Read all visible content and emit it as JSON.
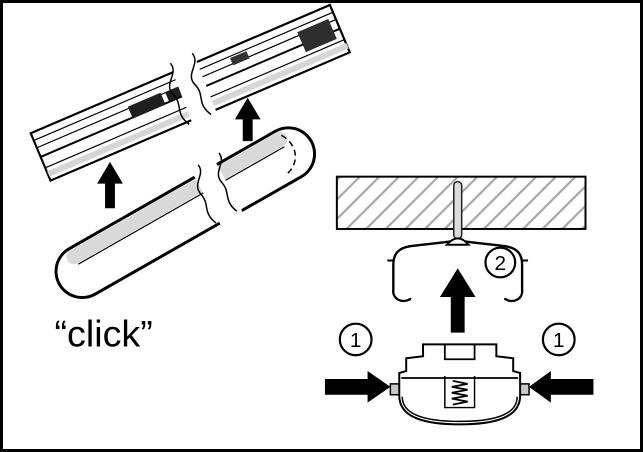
{
  "figure": {
    "type": "installation-diagram",
    "labels": {
      "click": "“click”",
      "step_one": "1",
      "step_two": "2"
    },
    "icons": [
      "up-arrow-icon",
      "left-arrow-icon",
      "right-arrow-icon",
      "spring-icon",
      "break-lines-icon",
      "mounting-pin-icon",
      "ceiling-hatch"
    ],
    "colors": {
      "line": "#000000",
      "background": "#ffffff",
      "hatch_gray": "#a8a8a8",
      "surface_gray": "#d9d9d9",
      "dark_detail": "#1f1f1f"
    }
  }
}
